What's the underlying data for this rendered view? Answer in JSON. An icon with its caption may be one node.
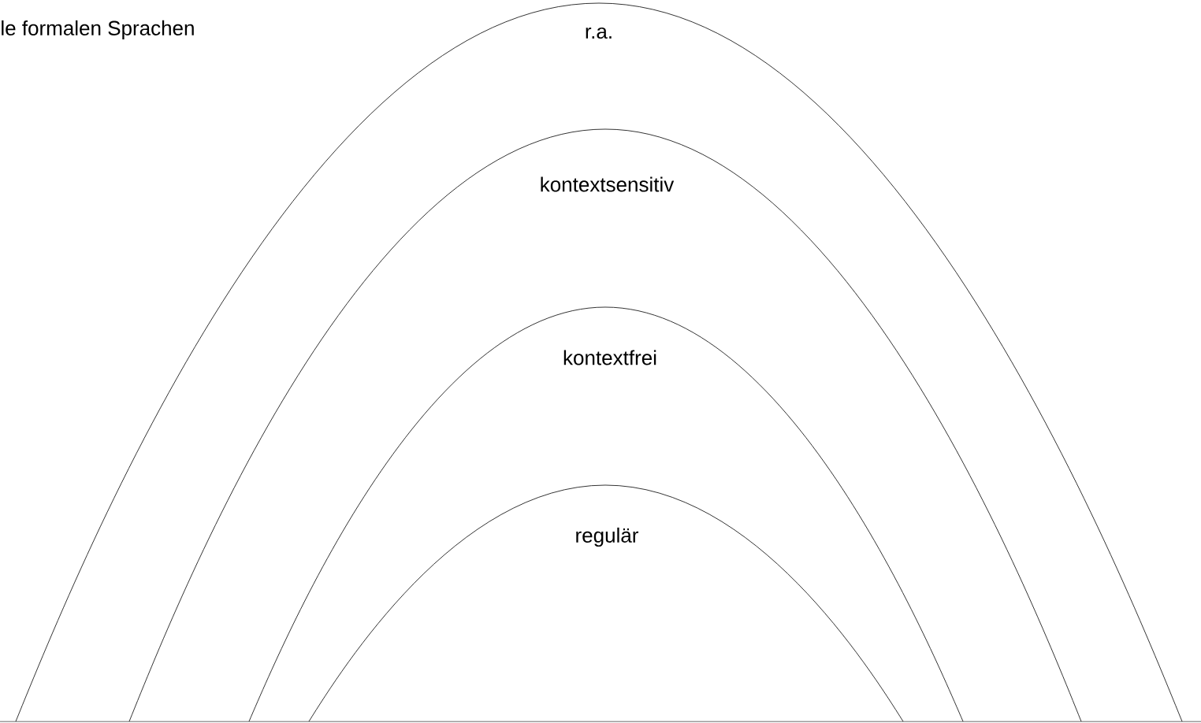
{
  "diagram": {
    "nodes": [
      {
        "text": [
          "r.a."
        ]
      },
      {
        "text": [
          "kontextsensitiv"
        ],
        "in": 0
      },
      {
        "text": [
          "kontextfrei"
        ],
        "in": 1
      },
      {
        "text": [
          "regulär"
        ],
        "in": 2
      }
    ],
    "labels": [
      "le formalen Sprachen"
    ]
  }
}
